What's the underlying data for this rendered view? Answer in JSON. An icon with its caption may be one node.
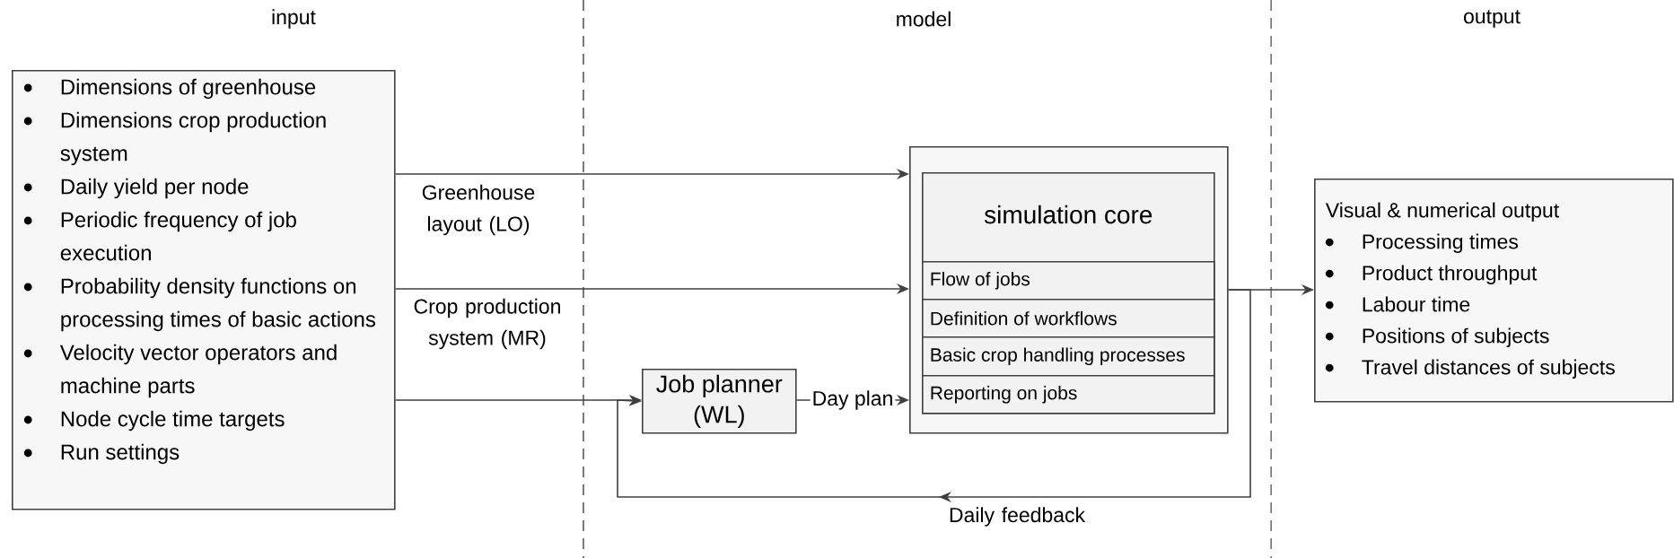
{
  "diagram": {
    "nodes": [
      {
        "text": [
          "Dimensions of greenhouse",
          "Dimensions crop production system",
          "Daily yield per node",
          "Periodic frequency of job execution",
          "Probability density functions on processing times of basic actions",
          "Velocity vector operators and machine parts",
          "Node cycle time targets",
          "Run settings"
        ]
      },
      {
        "text": [],
        "shape": "box"
      },
      {
        "text": [
          "simulation core"
        ],
        "in": 1
      },
      {
        "text": [
          "Flow of jobs"
        ],
        "in": 2
      },
      {
        "text": [
          "Definition of workflows"
        ],
        "in": 2
      },
      {
        "text": [
          "Basic crop handling processes"
        ],
        "in": 2
      },
      {
        "text": [
          "Reporting on jobs"
        ],
        "in": 2
      },
      {
        "text": [
          "Job planner (WL)"
        ]
      },
      {
        "text": [
          "Visual & numerical output",
          "Processing times",
          "Product throughput",
          "Labour time",
          "Positions of subjects",
          "Travel distances of subjects"
        ]
      }
    ],
    "edges": [
      {
        "from": 0,
        "to": 1,
        "arrow": "to",
        "label": "Greenhouse layout (LO)"
      },
      {
        "from": 0,
        "to": 1,
        "arrow": "to",
        "label": "Crop production system (MR)"
      },
      {
        "from": 0,
        "to": 7,
        "arrow": "to"
      },
      {
        "from": 7,
        "to": 1,
        "arrow": "to",
        "label": "Day plan"
      },
      {
        "from": 1,
        "to": 8,
        "arrow": "to"
      },
      {
        "from": 1,
        "to": 7,
        "arrow": "to",
        "label": "Daily feedback"
      }
    ],
    "labels": [
      "input",
      "model",
      "output"
    ]
  }
}
